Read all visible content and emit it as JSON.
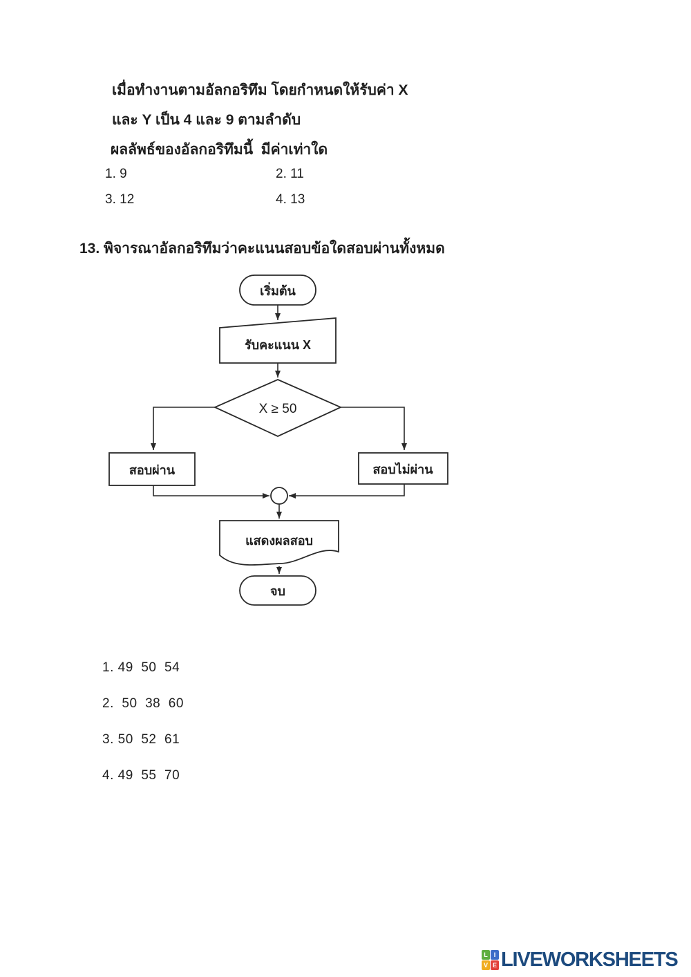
{
  "q12": {
    "line1": "เมื่อทำงานตามอัลกอริทึม โดยกำหนดให้รับค่า X",
    "line2": "และ Y เป็น 4 และ 9 ตามลำดับ",
    "line3": "ผลลัพธ์ของอัลกอริทึมนี้  มีค่าเท่าใด",
    "choices": [
      "1. 9",
      "2. 11",
      "3. 12",
      "4. 13"
    ]
  },
  "q13": {
    "title": "13. พิจารณาอัลกอริทึมว่าคะแนนสอบข้อใดสอบผ่านทั้งหมด",
    "choices": [
      "1. 49  50  54",
      "2.  50  38  60",
      "3. 50  52  61",
      "4. 49  55  70"
    ]
  },
  "flowchart": {
    "start_label": "เริ่มต้น",
    "input_label": "รับคะแนน X",
    "decision_label": "X ≥ 50",
    "pass_label": "สอบผ่าน",
    "fail_label": "สอบไม่ผ่าน",
    "display_label": "แสดงผลสอบ",
    "end_label": "จบ",
    "line_color": "#2a2a2a"
  },
  "footer": {
    "brand": "LIVEWORKSHEETS",
    "brand_color": "#1c4a7e",
    "icon_letters": [
      "L",
      "I",
      "V",
      "E"
    ],
    "icon_colors": [
      "#5fae3f",
      "#3d6cc8",
      "#f0ad1f",
      "#e2413b"
    ]
  }
}
